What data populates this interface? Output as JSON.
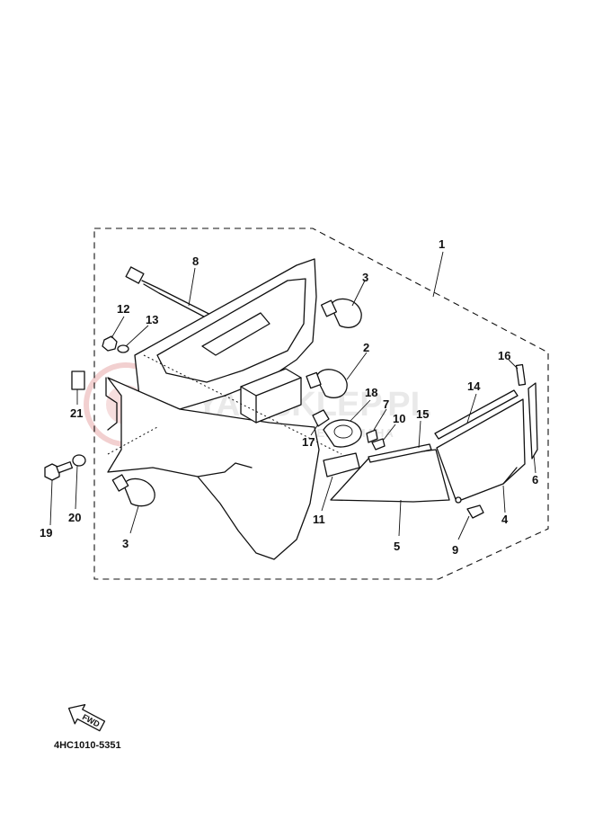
{
  "diagram_code": "4HC1010-5351",
  "fwd_label": "FWD",
  "watermark": {
    "main": "YAMSKLEP.PL",
    "sub": "WOJCIECH ... DEALER YAMAHA"
  },
  "callouts": {
    "c1": "1",
    "c2": "2",
    "c3a": "3",
    "c3b": "3",
    "c4": "4",
    "c5": "5",
    "c6": "6",
    "c7": "7",
    "c8": "8",
    "c9": "9",
    "c10": "10",
    "c11": "11",
    "c12": "12",
    "c13": "13",
    "c14": "14",
    "c15": "15",
    "c16": "16",
    "c17": "17",
    "c18": "18",
    "c19": "19",
    "c20": "20",
    "c21": "21"
  }
}
